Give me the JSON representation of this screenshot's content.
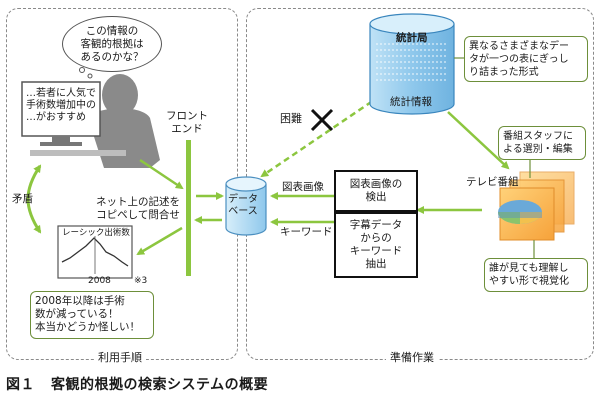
{
  "panels": {
    "left_label": "利用手順",
    "right_label": "準備作業"
  },
  "left": {
    "thought_bubble": "この情報の\n客観的根拠は\nあるのかな？",
    "monitor_text": "…若者に人気で\n手術数増加中の\n…がおすすめ",
    "contradiction_label": "矛盾",
    "net_query_label": "ネット上の記述を\nコピペして問合せ",
    "chart_title": "レーシック出術数",
    "chart_year": "2008",
    "chart_note": "※3",
    "doubt_text": "2008年以降は手術\n数が減っている！\n本当かどうか怪しい！",
    "front_end_label": "フロント\nエンド"
  },
  "center": {
    "database_label": "データ\nベース",
    "difficult_label": "困難",
    "chart_image_label": "図表画像",
    "keyword_label": "キーワード"
  },
  "right": {
    "stats_bureau_label": "統計局",
    "stats_info_label": "統計情報",
    "stats_callout": "異なるさまざまなデー\nタが一つの表にぎっし\nり詰まった形式",
    "box_detect": "図表画像の\n検出",
    "box_extract": "字幕データ\nからの\nキーワード\n抽出",
    "tv_label": "テレビ番組",
    "staff_callout": "番組スタッフに\nよる選別・編集",
    "viewer_callout": "誰が見ても理解し\nやすい形で視覚化"
  },
  "caption": {
    "number": "図１",
    "title": "客観的根拠の検索システムの概要"
  },
  "colors": {
    "arrow_green": "#8cc63f",
    "cylinder_blue": "#9fd0ee",
    "callout_border": "#6d8f3a",
    "panel_border": "#8a8a8a"
  }
}
